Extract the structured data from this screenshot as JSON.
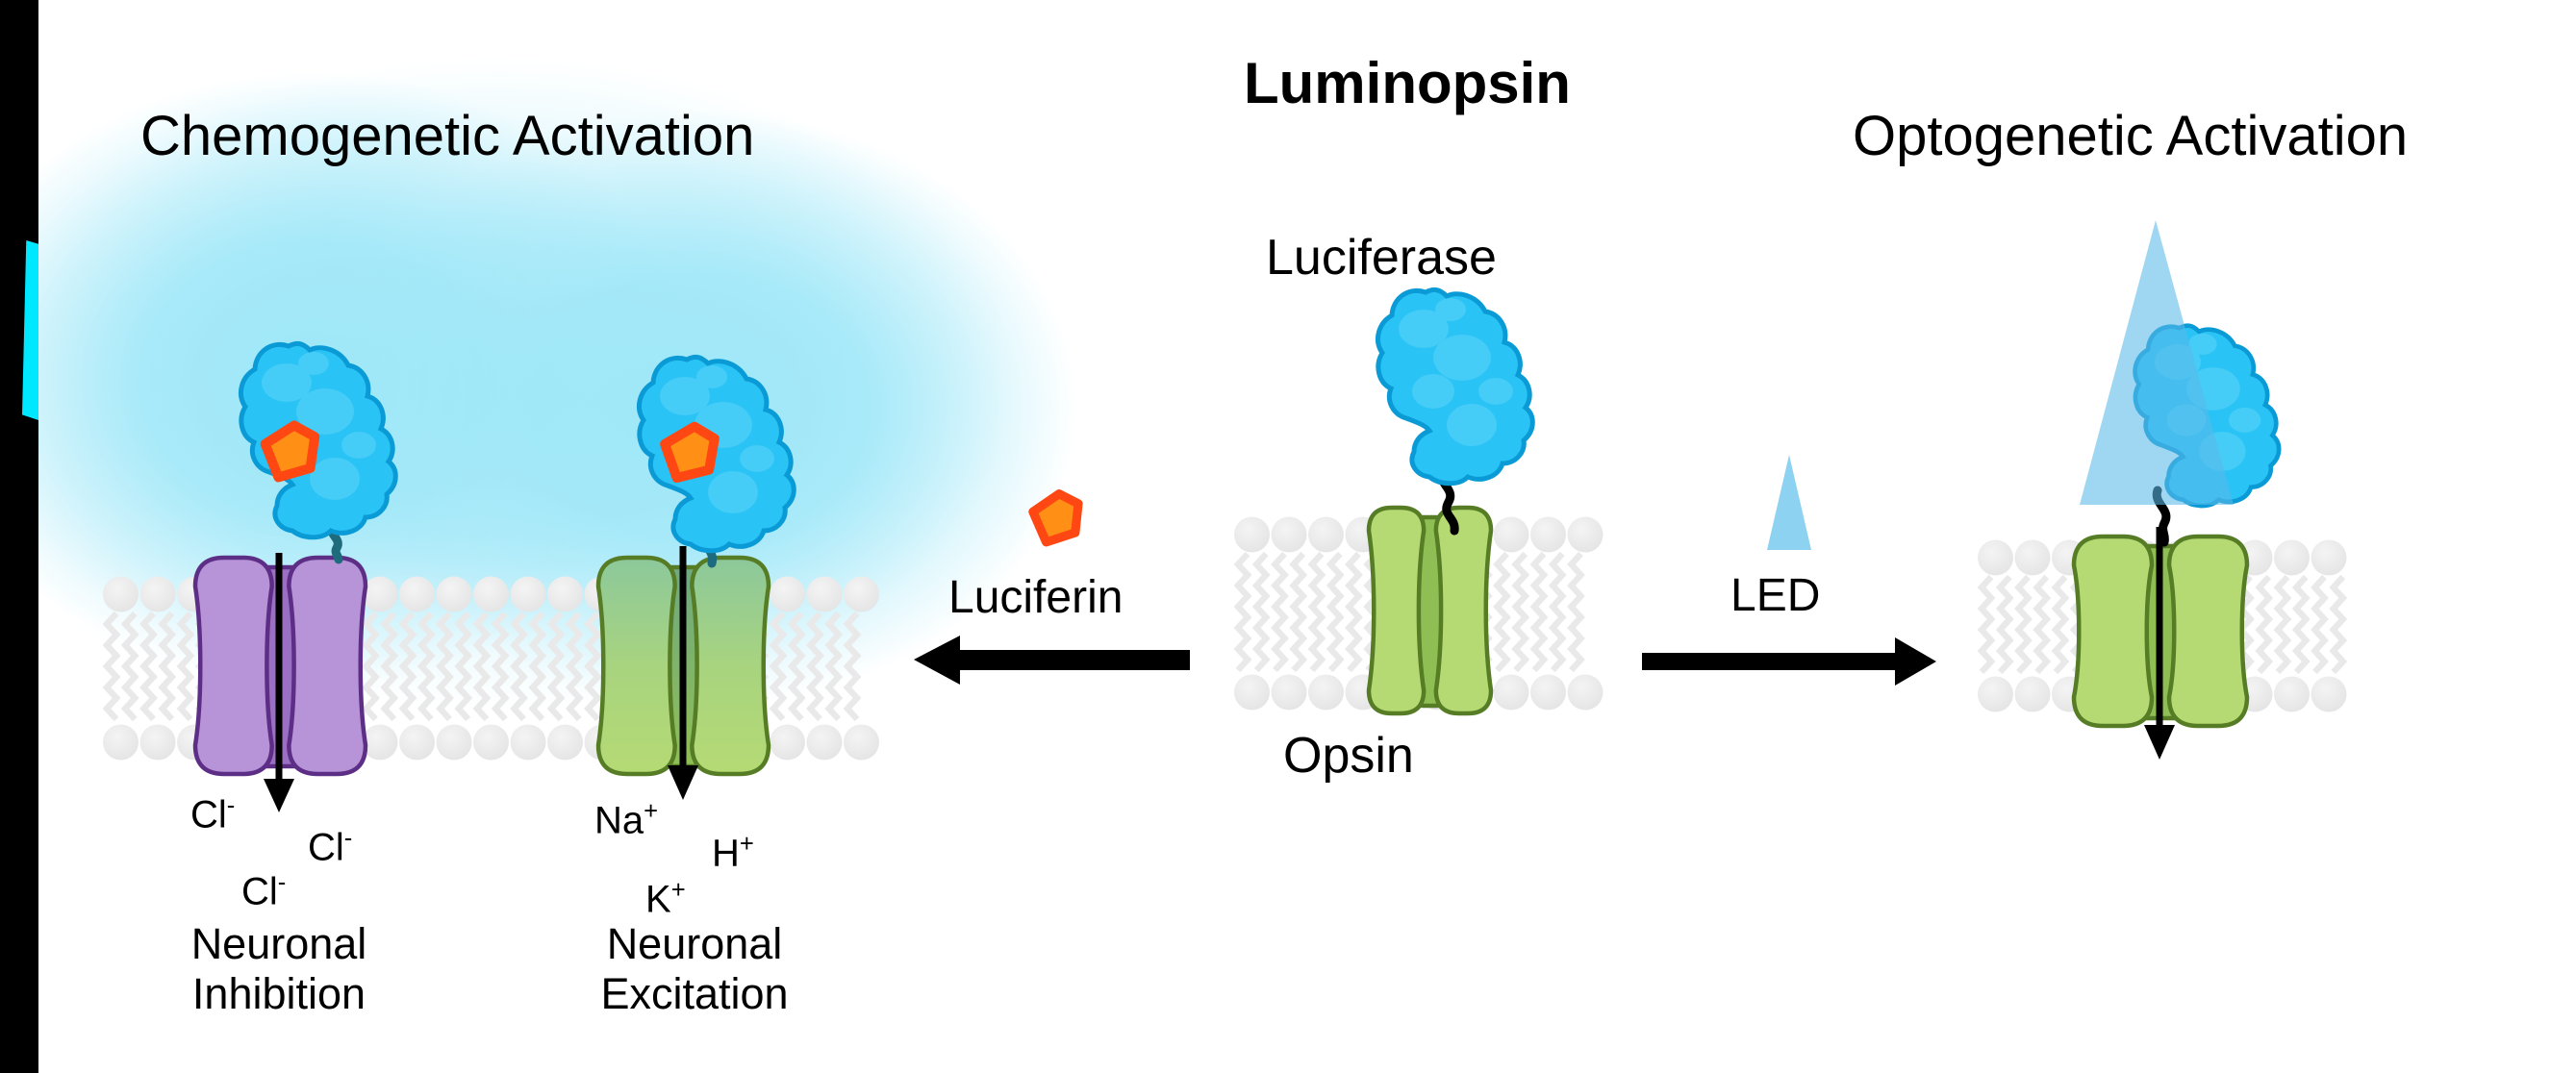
{
  "titles": {
    "main": "Luminopsin",
    "left": "Chemogenetic Activation",
    "right": "Optogenetic Activation"
  },
  "center_panel": {
    "luciferase_label": "Luciferase",
    "opsin_label": "Opsin"
  },
  "left_pathway": {
    "trigger_label": "Luciferin"
  },
  "right_pathway": {
    "trigger_label": "LED"
  },
  "inhibition_panel": {
    "ions": [
      {
        "base": "Cl",
        "sup": "-"
      },
      {
        "base": "Cl",
        "sup": "-"
      },
      {
        "base": "Cl",
        "sup": "-"
      }
    ],
    "caption": [
      "Neuronal",
      "Inhibition"
    ]
  },
  "excitation_panel": {
    "ions": [
      {
        "base": "Na",
        "sup": "+"
      },
      {
        "base": "H",
        "sup": "+"
      },
      {
        "base": "K",
        "sup": "+"
      }
    ],
    "caption": [
      "Neuronal",
      "Excitation"
    ]
  },
  "colors": {
    "background": "#ffffff",
    "text": "#000000",
    "glow_cyan": "#9ee7f8",
    "luciferase_fill": "#2ac3f5",
    "luciferase_outline": "#0a9bd6",
    "luciferase_texture": "#5bd3f8",
    "luciferin_fill": "#ff9015",
    "luciferin_outline": "#ff4713",
    "channel_purple_fill": "#b793d8",
    "channel_purple_core": "#9b6fc3",
    "channel_purple_outline": "#5d2e86",
    "channel_green_fill": "#b5da74",
    "channel_green_core": "#8fbf54",
    "channel_green_outline": "#567d25",
    "channel_green_teal_top": "#8cc89b",
    "membrane_head": "#e2e2e2",
    "membrane_tail": "#e9e9e9",
    "beam_blue": "#5ab9e8",
    "led_blue": "#8ed2f1",
    "tether_dark": "#000000",
    "tether_teal": "#1d6b7d",
    "arrow_black": "#000000",
    "sidebar_black": "#000000",
    "sidebar_cyan_strip": "#00e8ff"
  }
}
